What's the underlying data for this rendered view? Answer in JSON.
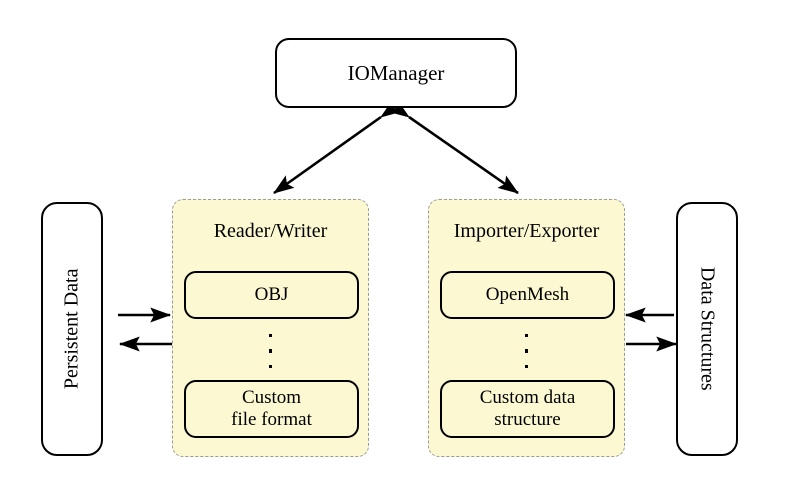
{
  "diagram": {
    "title_node": {
      "label": "IOManager",
      "name": "io-manager-node"
    },
    "side_boxes": [
      {
        "label": "Persistent Data",
        "name": "persistent-data-box",
        "orientation": "rotated-ccw"
      },
      {
        "label": "Data Structures",
        "name": "data-structures-box",
        "orientation": "rotated-cw"
      }
    ],
    "panels": [
      {
        "title": "Reader/Writer",
        "name": "reader-writer-panel",
        "items": [
          {
            "label": "OBJ",
            "name": "obj-item"
          },
          {
            "label": "Custom\nfile format",
            "name": "custom-file-format-item"
          }
        ],
        "ellipsis": "vertical-ellipsis"
      },
      {
        "title": "Importer/Exporter",
        "name": "importer-exporter-panel",
        "items": [
          {
            "label": "OpenMesh",
            "name": "openmesh-item"
          },
          {
            "label": "Custom data\nstructure",
            "name": "custom-data-structure-item"
          }
        ],
        "ellipsis": "vertical-ellipsis"
      }
    ],
    "connections": [
      {
        "name": "iomanager-readerwriter-arrow",
        "from": "IOManager",
        "to": "Reader/Writer",
        "heads": "both"
      },
      {
        "name": "iomanager-importerexporter-arrow",
        "from": "IOManager",
        "to": "Importer/Exporter",
        "heads": "both"
      },
      {
        "name": "persistent-to-readerwriter-arrow",
        "from": "Persistent Data",
        "to": "Reader/Writer",
        "heads": "end"
      },
      {
        "name": "readerwriter-to-persistent-arrow",
        "from": "Reader/Writer",
        "to": "Persistent Data",
        "heads": "end"
      },
      {
        "name": "datastructures-to-importerexporter-arrow",
        "from": "Data Structures",
        "to": "Importer/Exporter",
        "heads": "end"
      },
      {
        "name": "importerexporter-to-datastructures-arrow",
        "from": "Importer/Exporter",
        "to": "Data Structures",
        "heads": "end"
      }
    ],
    "colors": {
      "panel_fill": "#fbf8d2",
      "panel_border": "#9a9a9a",
      "node_border": "#000000",
      "background": "#ffffff"
    }
  }
}
